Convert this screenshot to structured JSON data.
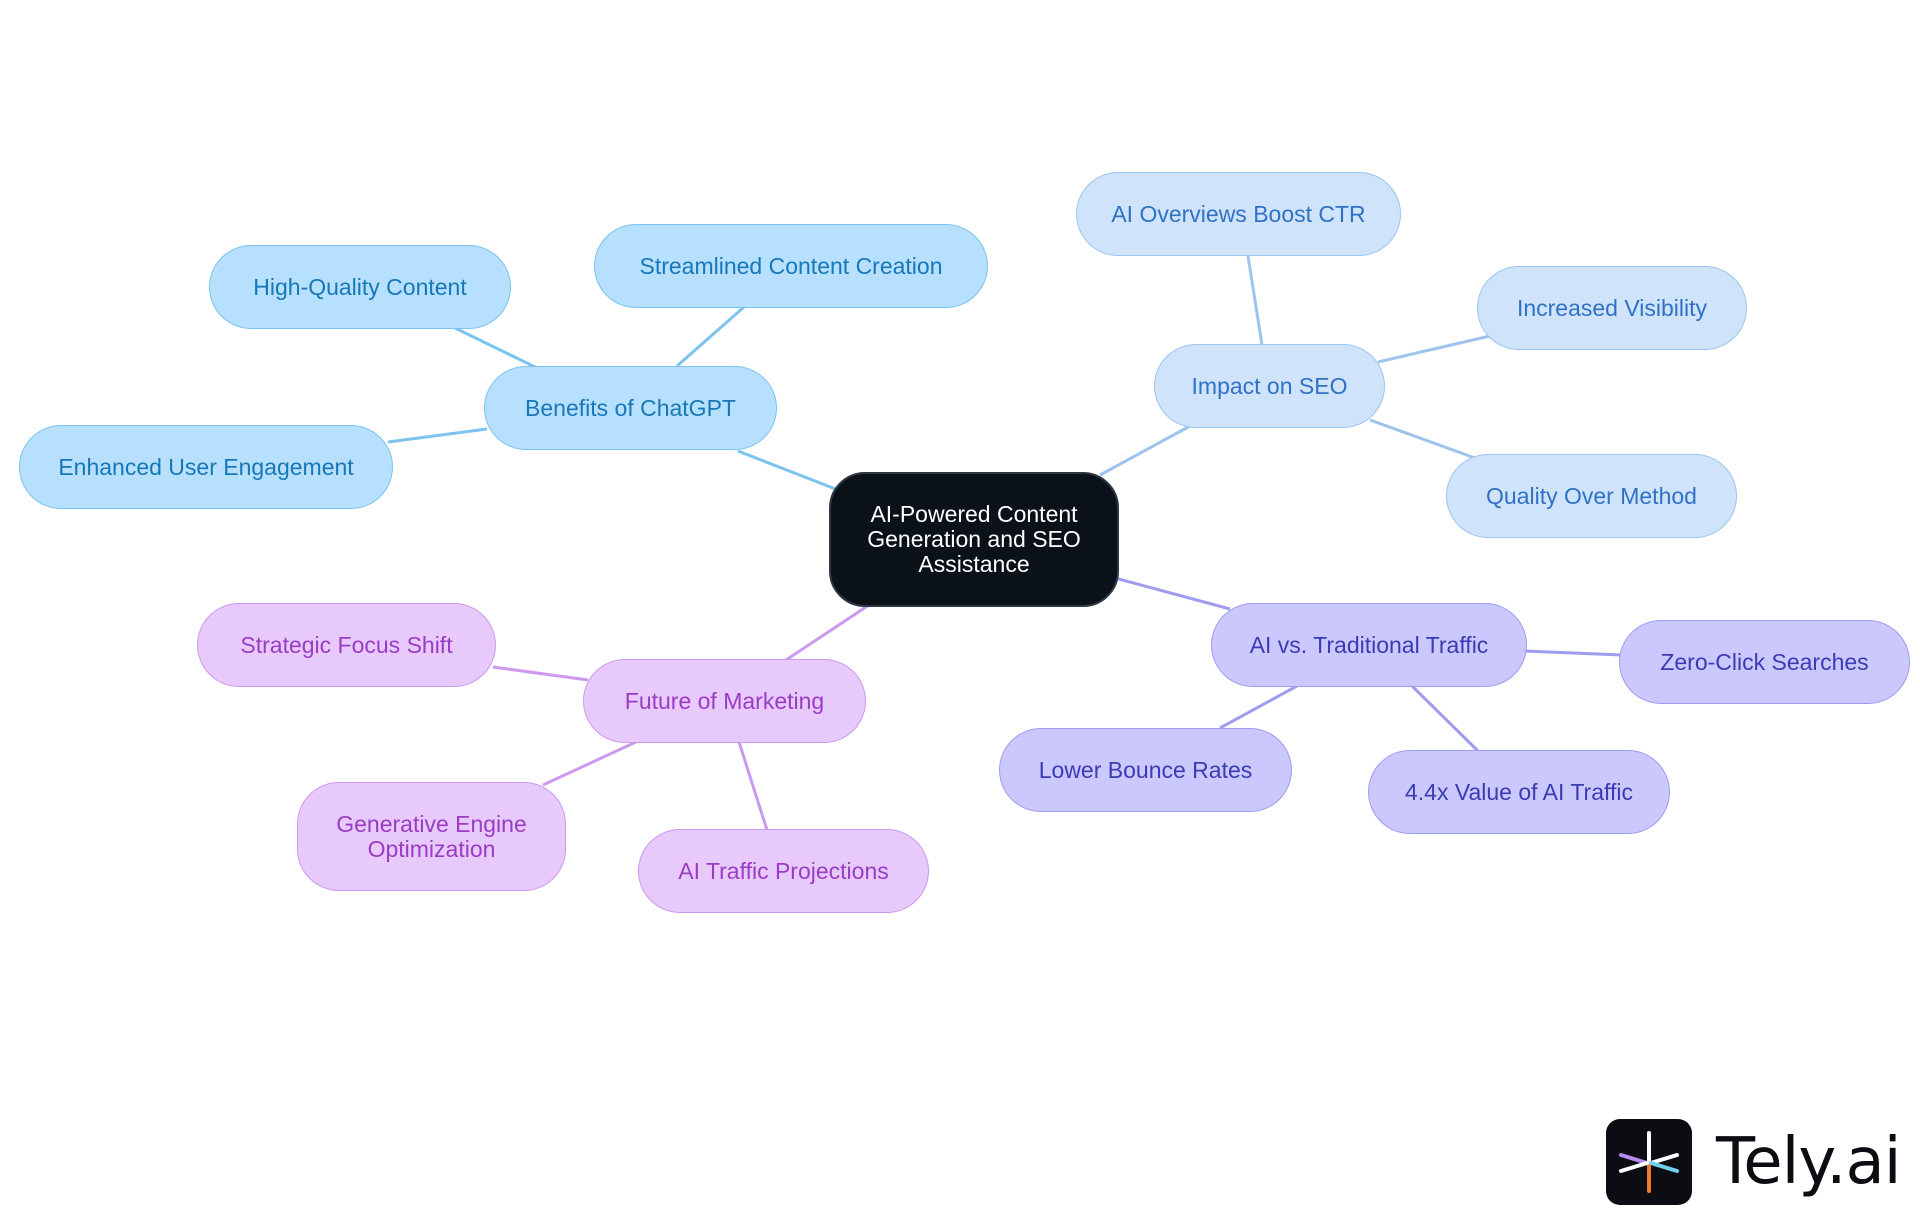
{
  "mindmap": {
    "root": {
      "label": "AI-Powered Content Generation and SEO Assistance"
    },
    "branches": [
      {
        "id": "benefits",
        "label": "Benefits of ChatGPT",
        "color": "#b6e0fd",
        "children": [
          "High-Quality Content",
          "Streamlined Content Creation",
          "Enhanced User Engagement"
        ]
      },
      {
        "id": "seo",
        "label": "Impact on SEO",
        "color": "#cfe3fb",
        "children": [
          "AI Overviews Boost CTR",
          "Increased Visibility",
          "Quality Over Method"
        ]
      },
      {
        "id": "traffic",
        "label": "AI vs. Traditional Traffic",
        "color": "#cac8fc",
        "children": [
          "Zero-Click Searches",
          "Lower Bounce Rates",
          "4.4x Value of AI Traffic"
        ]
      },
      {
        "id": "future",
        "label": "Future of Marketing",
        "color": "#e8c9fc",
        "children": [
          "Strategic Focus Shift",
          "Generative Engine Optimization",
          "AI Traffic Projections"
        ]
      }
    ]
  },
  "brand": {
    "name": "Tely.ai"
  }
}
